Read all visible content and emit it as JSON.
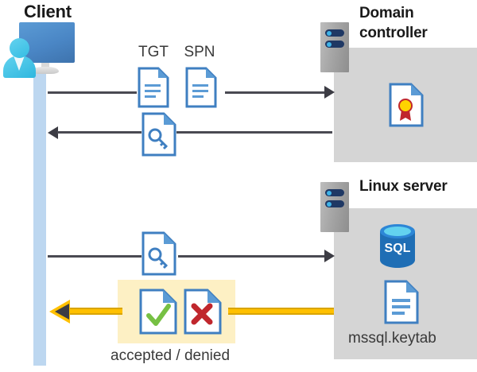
{
  "diagram": {
    "title_client": "Client",
    "title_domain_controller": "Domain\ncontroller",
    "title_domain_controller_line1": "Domain",
    "title_domain_controller_line2": "controller",
    "title_linux_server": "Linux server",
    "label_tgt": "TGT",
    "label_spn": "SPN",
    "label_keytab": "mssql.keytab",
    "label_verdict": "accepted / denied",
    "icons": {
      "client": "client-workstation-user-icon",
      "server_dc": "server-rack-icon",
      "server_linux": "server-rack-icon",
      "doc_tgt": "document-icon",
      "doc_spn": "document-icon",
      "doc_ticket_1": "document-key-icon",
      "doc_ticket_2": "document-key-icon",
      "doc_certificate": "document-certificate-icon",
      "doc_keytab": "document-icon",
      "doc_accepted": "document-check-icon",
      "doc_denied": "document-cross-icon",
      "database": "sql-database-icon"
    },
    "database_label": "SQL",
    "colors": {
      "panel_gray": "#d5d5d5",
      "client_bar_blue": "#bdd7f0",
      "doc_blue": "#3f7fc1",
      "highlight_yellow": "#fdf0c4",
      "gold_arrow": "#ffc000",
      "line_gray": "#4a4a52",
      "accept_green": "#76c043",
      "deny_red": "#c0272d",
      "sql_blue": "#1f6eb5",
      "cert_gold": "#ffd400",
      "cert_red": "#c0272d",
      "server_pill": "#1f3864"
    },
    "flows": [
      {
        "name": "client-to-dc-request",
        "direction": "right",
        "payload": [
          "TGT",
          "SPN"
        ]
      },
      {
        "name": "dc-to-client-ticket",
        "direction": "left",
        "payload": [
          "ticket"
        ]
      },
      {
        "name": "client-to-linux-ticket",
        "direction": "right",
        "payload": [
          "ticket"
        ]
      },
      {
        "name": "linux-to-client-verdict",
        "direction": "left",
        "payload": [
          "accepted / denied"
        ]
      }
    ]
  }
}
